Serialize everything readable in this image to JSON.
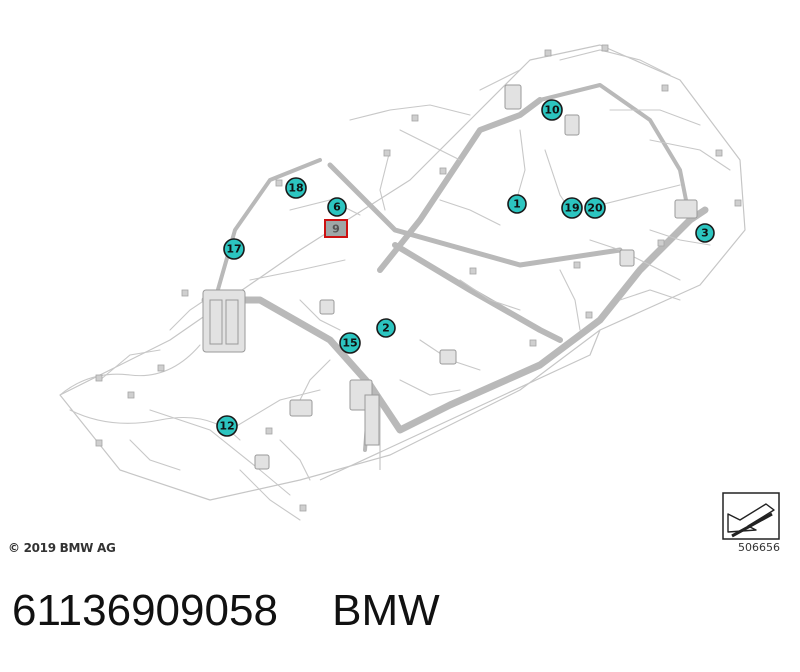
{
  "copyright": "© 2019 BMW AG",
  "diagram_number": "506656",
  "part_number": "61136909058",
  "brand": "BMW",
  "callouts": {
    "c1": "1",
    "c2": "2",
    "c3": "3",
    "c6": "6",
    "c9": "9",
    "c10": "10",
    "c12": "12",
    "c15": "15",
    "c17": "17",
    "c18": "18",
    "c19": "19",
    "c20": "20"
  },
  "highlighted_callout": "9",
  "colors": {
    "callout_fill": "#2cc5c0",
    "highlight_border": "#cc1111",
    "wire": "#bdbdbd"
  }
}
